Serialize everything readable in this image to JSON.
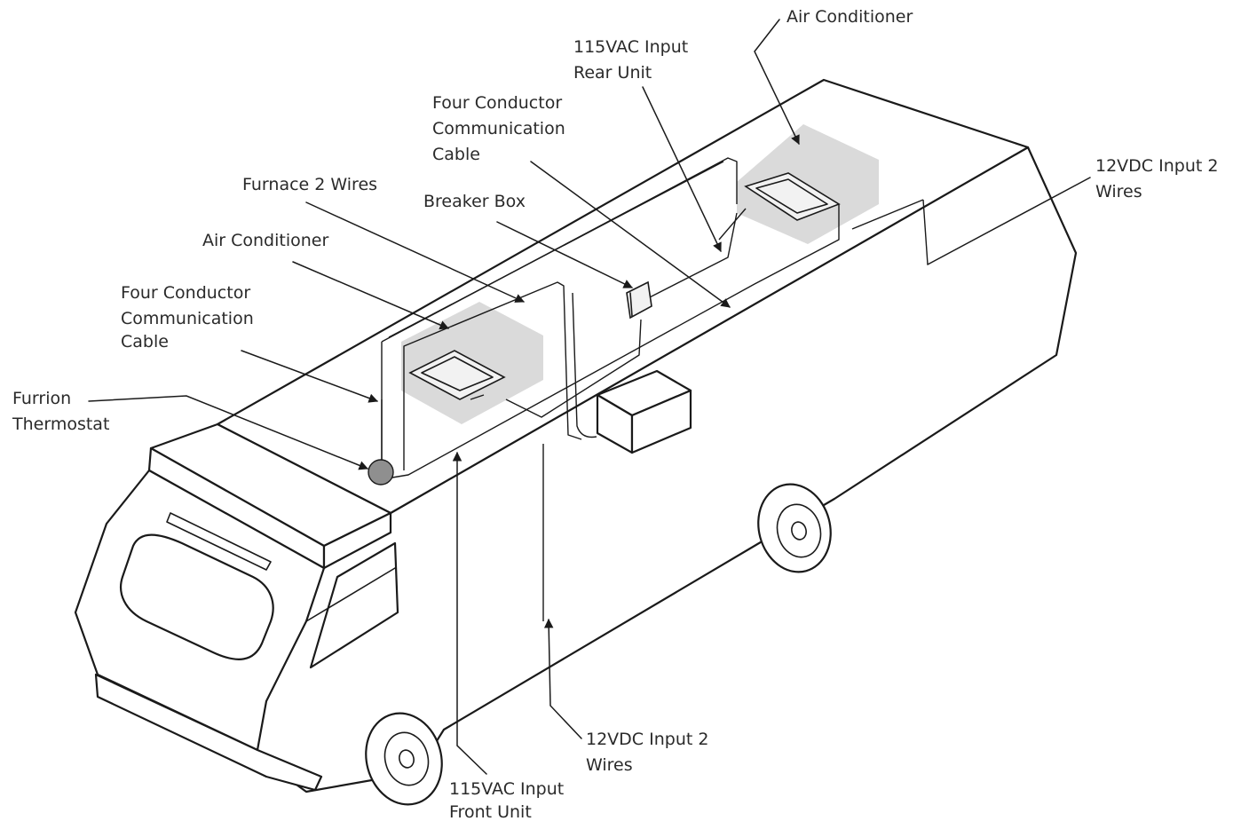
{
  "labels": {
    "air_conditioner_rear": "Air Conditioner",
    "input_115vac_rear": [
      "115VAC Input",
      "Rear Unit"
    ],
    "four_conductor_rear": [
      "Four Conductor",
      "Communication",
      "Cable"
    ],
    "input_12vdc_rear": [
      "12VDC Input 2",
      "Wires"
    ],
    "furnace_wires": "Furnace 2 Wires",
    "breaker_box": "Breaker Box",
    "air_conditioner_front": "Air Conditioner",
    "four_conductor_front": [
      "Four Conductor",
      "Communication",
      "Cable"
    ],
    "furrion_thermostat": [
      "Furrion",
      "Thermostat"
    ],
    "input_12vdc_front": [
      "12VDC Input 2",
      "Wires"
    ],
    "input_115vac_front": [
      "115VAC Input",
      "Front Unit"
    ]
  }
}
